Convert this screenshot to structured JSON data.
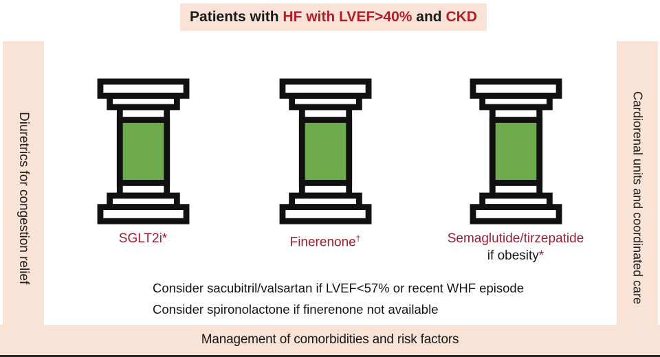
{
  "banner": {
    "segments": [
      {
        "text": "Patients with ",
        "color": "dark"
      },
      {
        "text": "HF with LVEF>40%",
        "color": "red"
      },
      {
        "text": " and ",
        "color": "dark"
      },
      {
        "text": "CKD",
        "color": "red"
      }
    ]
  },
  "sidebars": {
    "left": {
      "label": "Diuretrics for congestion relief"
    },
    "right": {
      "label": "Cardiorenal units and coordinated care"
    }
  },
  "pillars": [
    {
      "id": "sglt2i",
      "icon": "pillar-icon",
      "label": "SGLT2i*"
    },
    {
      "id": "finerenone",
      "icon": "pillar-icon",
      "label": "Finerenone",
      "sup": "†"
    },
    {
      "id": "semaglutide-tirzepatide",
      "icon": "pillar-icon",
      "label": "Semaglutide/tirzepatide",
      "line2": "if obesity",
      "line2_mark": "*"
    }
  ],
  "notes": [
    "Consider sacubitril/valsartan if LVEF<57% or recent WHF episode",
    "Consider spironolactone if finerenone not available"
  ],
  "footer": {
    "label": "Management of comorbidities and risk factors"
  },
  "colors": {
    "peach": "#f9e2d6",
    "green": "#6dab4c",
    "outline": "#111111",
    "red_accent": "#b01f29",
    "red_label": "#9e1c30",
    "dark_text": "#1a1a1a"
  }
}
